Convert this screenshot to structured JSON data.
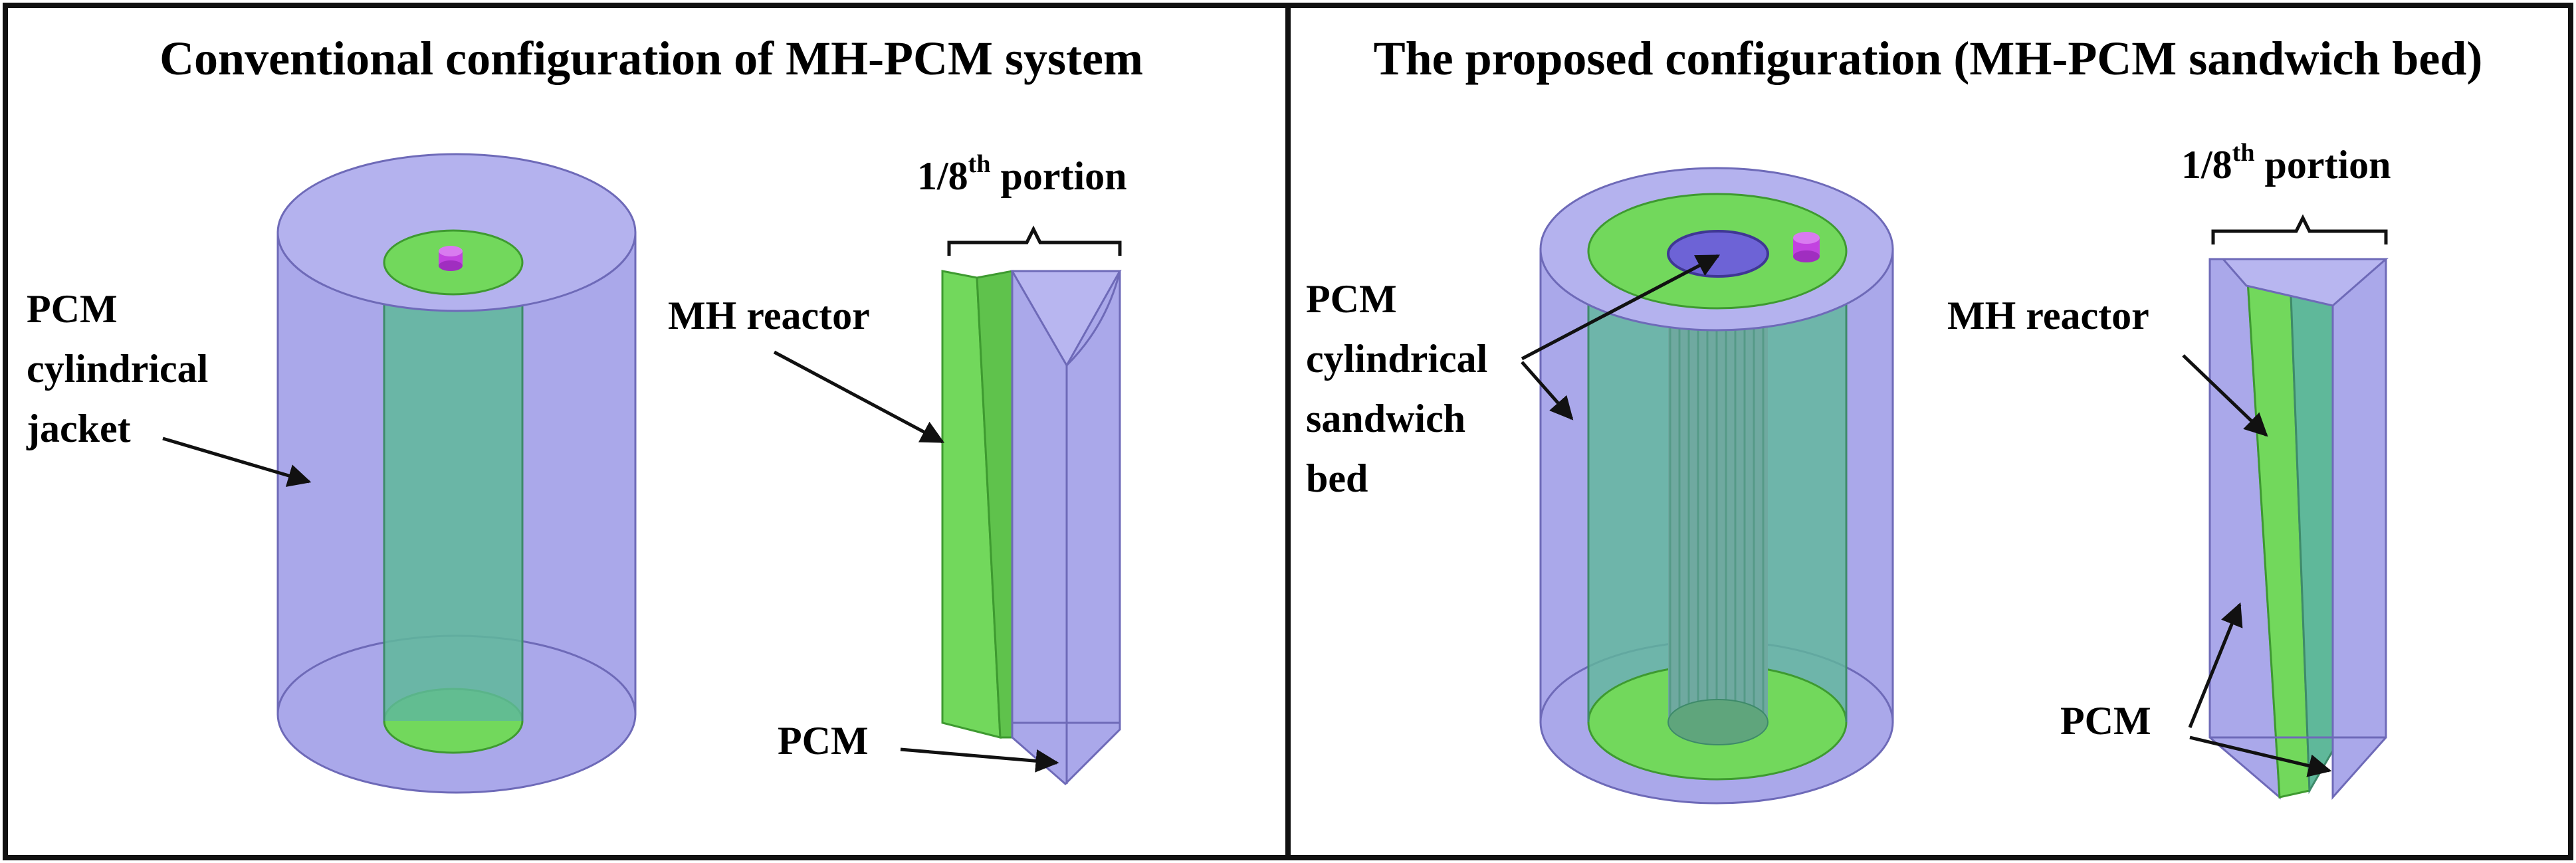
{
  "left_panel": {
    "title": "Conventional configuration of MH-PCM system",
    "portion_label": {
      "prefix": "1/8",
      "superscript": "th",
      "suffix": " portion"
    },
    "labels": {
      "pcm_line1": "PCM",
      "pcm_line2": "cylindrical",
      "pcm_line3": "jacket",
      "mh_reactor": "MH reactor",
      "pcm_bottom": "PCM"
    }
  },
  "right_panel": {
    "title": "The proposed configuration (MH-PCM sandwich bed)",
    "portion_label": {
      "prefix": "1/8",
      "superscript": "th",
      "suffix": " portion"
    },
    "labels": {
      "pcm_line1": "PCM",
      "pcm_line2": "cylindrical",
      "pcm_line3": "sandwich",
      "pcm_line4": "bed",
      "mh_reactor": "MH reactor",
      "pcm_bottom": "PCM"
    }
  },
  "colors": {
    "pcm": "#aaa8ea",
    "mh": "#72d85c",
    "mh_translucent": "#5fb89a",
    "core": "#6d63d6",
    "pin": "#c243e0",
    "border": "#111111"
  }
}
